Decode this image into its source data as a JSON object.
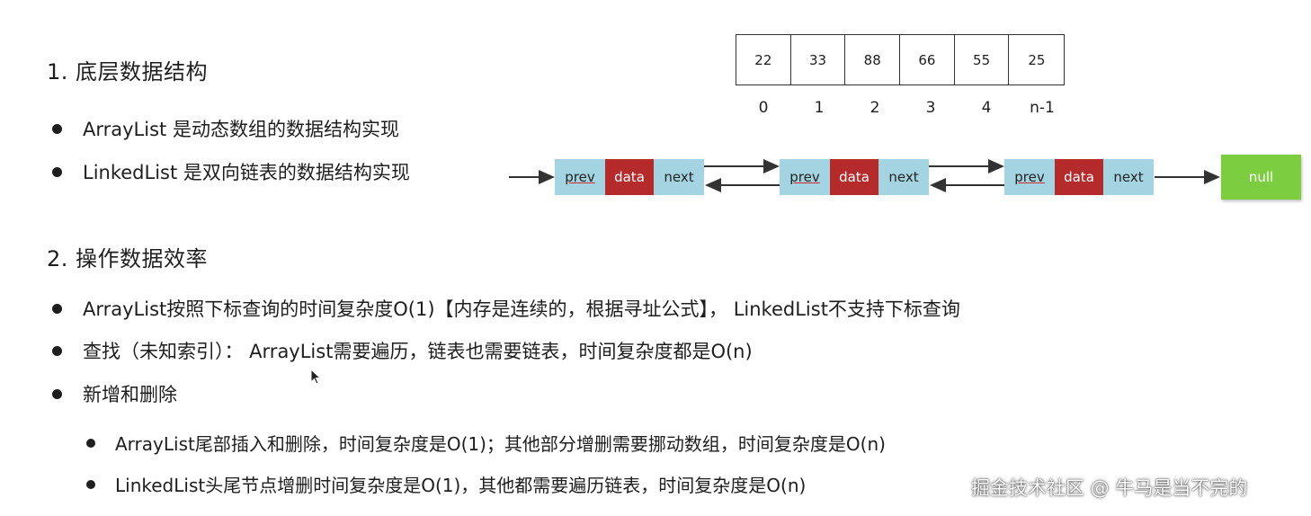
{
  "section1": {
    "title": "1.  底层数据结构",
    "bullets": [
      "ArrayList 是动态数组的数据结构实现",
      "LinkedList 是双向链表的数据结构实现"
    ]
  },
  "section2": {
    "title": "2.  操作数据效率",
    "bullets": [
      "ArrayList按照下标查询的时间复杂度O(1)【内存是连续的，根据寻址公式】， LinkedList不支持下标查询",
      "查找（未知索引）： ArrayList需要遍历，链表也需要链表，时间复杂度都是O(n)",
      "新增和删除"
    ],
    "sub_bullets": [
      "ArrayList尾部插入和删除，时间复杂度是O(1)；其他部分增删需要挪动数组，时间复杂度是O(n)",
      "LinkedList头尾节点增删时间复杂度是O(1)，其他都需要遍历链表，时间复杂度是O(n)"
    ]
  },
  "array_diagram": {
    "cells": [
      "22",
      "33",
      "88",
      "66",
      "55",
      "25"
    ],
    "indices": [
      "0",
      "1",
      "2",
      "3",
      "4",
      "n-1"
    ]
  },
  "linked_diagram": {
    "nodes": [
      {
        "prev": "prev",
        "data": "data",
        "next": "next"
      },
      {
        "prev": "prev",
        "data": "data",
        "next": "next"
      },
      {
        "prev": "prev",
        "data": "data",
        "next": "next"
      }
    ],
    "null_label": "null",
    "colors": {
      "pointer": "#a4d4e2",
      "data": "#b52a2a",
      "null": "#7ccd3f"
    }
  },
  "watermark": "掘金技术社区 @ 牛马是当不完的"
}
